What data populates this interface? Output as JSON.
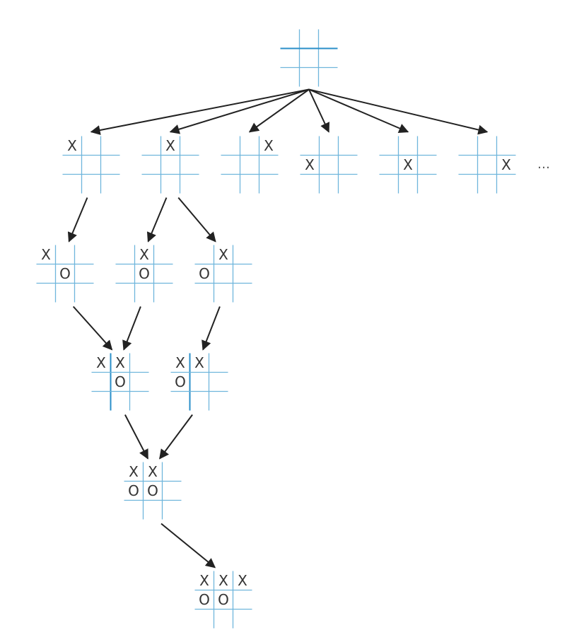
{
  "diagram": {
    "grid_color": "#6fb6dc",
    "highlight_color": "#2a8fc9",
    "arrow_color": "#222222",
    "continuation": "…",
    "boards": [
      {
        "id": "root",
        "cells": [
          "",
          "",
          "",
          "",
          "",
          "",
          "",
          "",
          ""
        ]
      },
      {
        "id": "l1-a",
        "cells": [
          "X",
          "",
          "",
          "",
          "",
          "",
          "",
          "",
          ""
        ]
      },
      {
        "id": "l1-b",
        "cells": [
          "",
          "X",
          "",
          "",
          "",
          "",
          "",
          "",
          ""
        ]
      },
      {
        "id": "l1-c",
        "cells": [
          "",
          "",
          "X",
          "",
          "",
          "",
          "",
          "",
          ""
        ]
      },
      {
        "id": "l1-d",
        "cells": [
          "",
          "",
          "",
          "X",
          "",
          "",
          "",
          "",
          ""
        ]
      },
      {
        "id": "l1-e",
        "cells": [
          "",
          "",
          "",
          "",
          "X",
          "",
          "",
          "",
          ""
        ]
      },
      {
        "id": "l1-f",
        "cells": [
          "",
          "",
          "",
          "",
          "",
          "X",
          "",
          "",
          ""
        ]
      },
      {
        "id": "l2-a",
        "cells": [
          "X",
          "",
          "",
          "",
          "O",
          "",
          "",
          "",
          ""
        ]
      },
      {
        "id": "l2-b",
        "cells": [
          "",
          "X",
          "",
          "",
          "O",
          "",
          "",
          "",
          ""
        ]
      },
      {
        "id": "l2-c",
        "cells": [
          "",
          "X",
          "",
          "O",
          "",
          "",
          "",
          "",
          ""
        ]
      },
      {
        "id": "l3-a",
        "cells": [
          "X",
          "X",
          "",
          "",
          "O",
          "",
          "",
          "",
          ""
        ]
      },
      {
        "id": "l3-b",
        "cells": [
          "X",
          "X",
          "",
          "O",
          "",
          "",
          "",
          "",
          ""
        ]
      },
      {
        "id": "l4-a",
        "cells": [
          "X",
          "X",
          "",
          "O",
          "O",
          "",
          "",
          "",
          ""
        ]
      },
      {
        "id": "l5-a",
        "cells": [
          "X",
          "X",
          "X",
          "O",
          "O",
          "",
          "",
          "",
          ""
        ]
      }
    ],
    "edges": [
      [
        "root",
        "l1-a"
      ],
      [
        "root",
        "l1-b"
      ],
      [
        "root",
        "l1-c"
      ],
      [
        "root",
        "l1-d"
      ],
      [
        "root",
        "l1-e"
      ],
      [
        "root",
        "l1-f"
      ],
      [
        "l1-a",
        "l2-a"
      ],
      [
        "l1-b",
        "l2-b"
      ],
      [
        "l1-b",
        "l2-c"
      ],
      [
        "l2-a",
        "l3-a"
      ],
      [
        "l2-b",
        "l3-a"
      ],
      [
        "l2-c",
        "l3-b"
      ],
      [
        "l3-a",
        "l4-a"
      ],
      [
        "l3-b",
        "l4-a"
      ],
      [
        "l4-a",
        "l5-a"
      ]
    ]
  }
}
